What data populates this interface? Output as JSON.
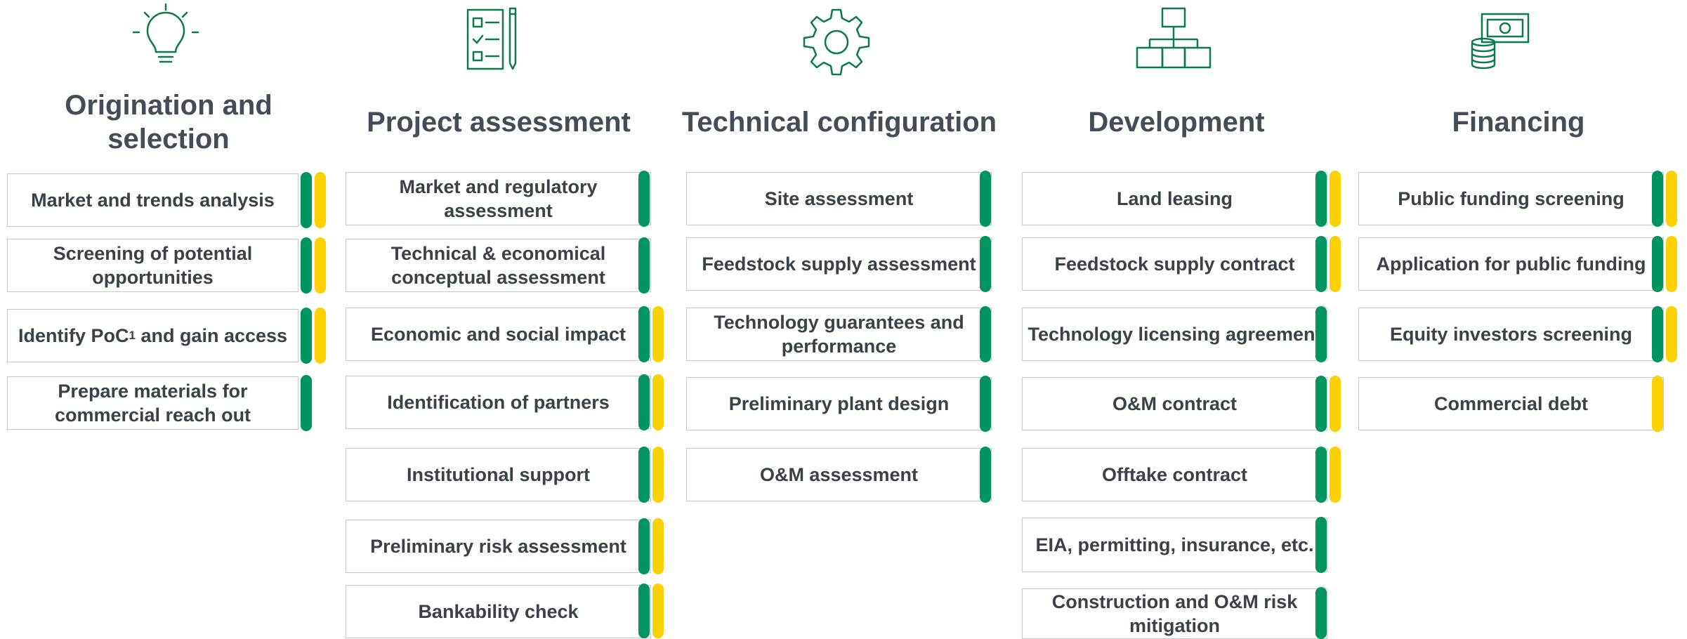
{
  "colors": {
    "green": "#00945f",
    "yellow": "#fdd000",
    "icon": "#0c7a4a"
  },
  "columns": [
    {
      "icon": "lightbulb-icon",
      "title": "Origination and selection",
      "items": [
        {
          "label": "Market and trends analysis",
          "markers": [
            "green",
            "yellow"
          ]
        },
        {
          "label": "Screening of potential opportunities",
          "markers": [
            "green",
            "yellow"
          ]
        },
        {
          "label_before": "Identify PoC",
          "label_sup": "1",
          "label_after": " and gain access",
          "markers": [
            "green",
            "yellow"
          ]
        },
        {
          "label": "Prepare materials for commercial reach out",
          "markers": [
            "green"
          ]
        }
      ]
    },
    {
      "icon": "checklist-pencil-icon",
      "title": "Project assessment",
      "items": [
        {
          "label": "Market and regulatory assessment",
          "markers": [
            "green"
          ]
        },
        {
          "label": "Technical & economical conceptual assessment",
          "markers": [
            "green"
          ]
        },
        {
          "label": "Economic and social impact",
          "markers": [
            "green",
            "yellow"
          ]
        },
        {
          "label": "Identification of partners",
          "markers": [
            "green",
            "yellow"
          ]
        },
        {
          "label": "Institutional support",
          "markers": [
            "green",
            "yellow"
          ]
        },
        {
          "label": "Preliminary risk assessment",
          "markers": [
            "green",
            "yellow"
          ]
        },
        {
          "label": "Bankability check",
          "markers": [
            "green",
            "yellow"
          ]
        }
      ]
    },
    {
      "icon": "gear-icon",
      "title": "Technical configuration",
      "items": [
        {
          "label": "Site assessment",
          "markers": [
            "green"
          ]
        },
        {
          "label": "Feedstock supply assessment",
          "markers": [
            "green"
          ]
        },
        {
          "label": "Technology guarantees and performance",
          "markers": [
            "green"
          ]
        },
        {
          "label": "Preliminary plant design",
          "markers": [
            "green"
          ]
        },
        {
          "label": "O&M assessment",
          "markers": [
            "green"
          ]
        }
      ]
    },
    {
      "icon": "hierarchy-icon",
      "title": "Development",
      "items": [
        {
          "label": "Land leasing",
          "markers": [
            "green",
            "yellow"
          ]
        },
        {
          "label": "Feedstock supply contract",
          "markers": [
            "green",
            "yellow"
          ]
        },
        {
          "label": "Technology licensing agreement",
          "markers": [
            "green"
          ]
        },
        {
          "label": "O&M contract",
          "markers": [
            "green",
            "yellow"
          ]
        },
        {
          "label": "Offtake contract",
          "markers": [
            "green",
            "yellow"
          ]
        },
        {
          "label": "EIA, permitting, insurance, etc.",
          "markers": [
            "green"
          ]
        },
        {
          "label": "Construction and O&M risk mitigation",
          "markers": [
            "green"
          ]
        }
      ]
    },
    {
      "icon": "money-coins-icon",
      "title": "Financing",
      "items": [
        {
          "label": "Public funding screening",
          "markers": [
            "green",
            "yellow"
          ]
        },
        {
          "label": "Application for public funding",
          "markers": [
            "green",
            "yellow"
          ]
        },
        {
          "label": "Equity investors screening",
          "markers": [
            "green",
            "yellow"
          ]
        },
        {
          "label": "Commercial debt",
          "markers": [
            "yellow"
          ]
        }
      ]
    }
  ]
}
